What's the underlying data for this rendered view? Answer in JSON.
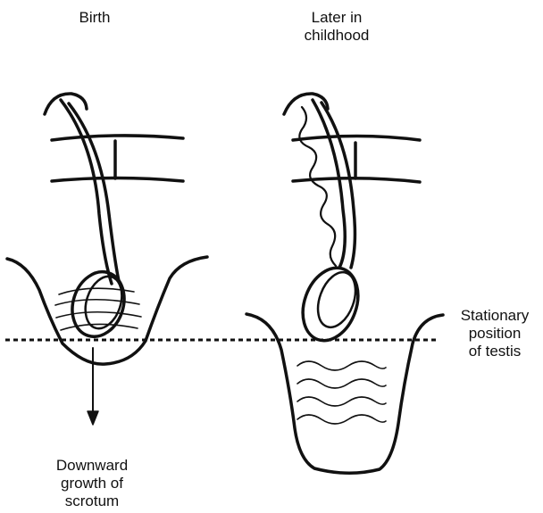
{
  "stages": {
    "birth": {
      "title": "Birth"
    },
    "later": {
      "title_lines": [
        "Later in",
        "childhood"
      ]
    }
  },
  "annotations": {
    "stationary": {
      "lines": [
        "Stationary",
        "position",
        "of testis"
      ]
    },
    "downward": {
      "lines": [
        "Downward",
        "growth of",
        "scrotum"
      ]
    }
  },
  "colors": {
    "ink": "#111111",
    "background": "#ffffff"
  }
}
